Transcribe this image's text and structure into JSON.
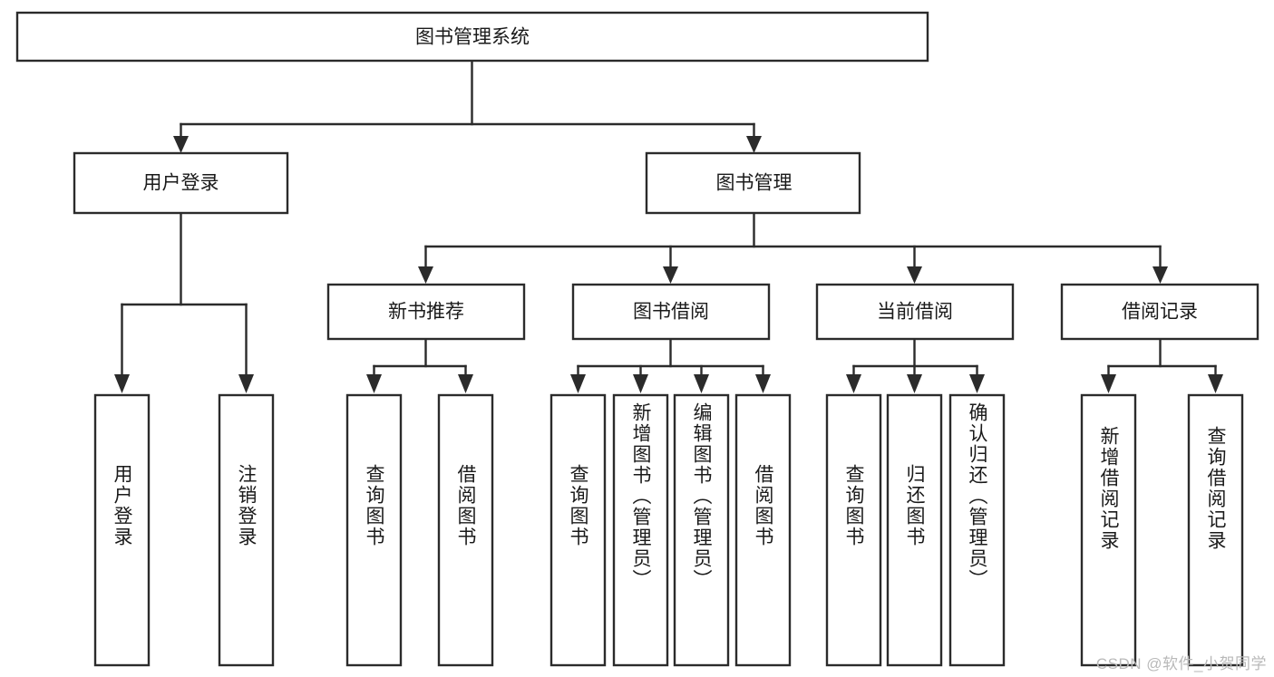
{
  "diagram": {
    "title": "图书管理系统",
    "type": "tree-hierarchy",
    "watermark": "CSDN @软件_小贺同学",
    "colors": {
      "stroke": "#2b2b2b",
      "fill": "#ffffff",
      "text": "#1a1a1a",
      "watermark": "#b9b9b9"
    },
    "levels": {
      "root": {
        "id": "root",
        "label": "图书管理系统"
      },
      "level2": [
        {
          "id": "user-login",
          "label": "用户登录"
        },
        {
          "id": "book-management",
          "label": "图书管理"
        }
      ],
      "level3": [
        {
          "id": "new-book-recommend",
          "label": "新书推荐",
          "parent": "book-management"
        },
        {
          "id": "book-borrow",
          "label": "图书借阅",
          "parent": "book-management"
        },
        {
          "id": "current-borrow",
          "label": "当前借阅",
          "parent": "book-management"
        },
        {
          "id": "borrow-record",
          "label": "借阅记录",
          "parent": "book-management"
        }
      ],
      "leaves": [
        {
          "id": "leaf-user-login",
          "label": "用户登录",
          "parent": "user-login"
        },
        {
          "id": "leaf-user-logout",
          "label": "注销登录",
          "parent": "user-login"
        },
        {
          "id": "leaf-query-book-1",
          "label": "查询图书",
          "parent": "new-book-recommend"
        },
        {
          "id": "leaf-borrow-book-1",
          "label": "借阅图书",
          "parent": "new-book-recommend"
        },
        {
          "id": "leaf-query-book-2",
          "label": "查询图书",
          "parent": "book-borrow"
        },
        {
          "id": "leaf-add-book",
          "label": "新增图书（管理员）",
          "parent": "book-borrow"
        },
        {
          "id": "leaf-edit-book",
          "label": "编辑图书（管理员）",
          "parent": "book-borrow"
        },
        {
          "id": "leaf-borrow-book-2",
          "label": "借阅图书",
          "parent": "book-borrow"
        },
        {
          "id": "leaf-query-book-3",
          "label": "查询图书",
          "parent": "current-borrow"
        },
        {
          "id": "leaf-return-book",
          "label": "归还图书",
          "parent": "current-borrow"
        },
        {
          "id": "leaf-confirm-return",
          "label": "确认归还（管理员）",
          "parent": "current-borrow"
        },
        {
          "id": "leaf-add-record",
          "label": "新增借阅记录",
          "parent": "borrow-record"
        },
        {
          "id": "leaf-query-record",
          "label": "查询借阅记录",
          "parent": "borrow-record"
        }
      ]
    }
  }
}
